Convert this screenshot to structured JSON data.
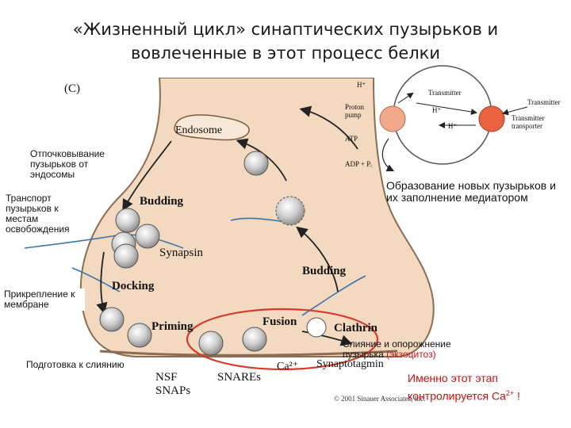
{
  "title": {
    "line1": "«Жизненный цикл» синаптических пузырьков и",
    "line2": "вовлеченные в этот процесс белки"
  },
  "figure": {
    "panel_letter": "(C)",
    "endosome": "Endosome",
    "budding_left": "Budding",
    "budding_right": "Budding",
    "synapsin": "Synapsin",
    "docking": "Docking",
    "priming": "Priming",
    "fusion": "Fusion",
    "clathrin": "Clathrin",
    "nsf": "NSF",
    "snaps": "SNAPs",
    "snares": "SNAREs",
    "ca": "Ca²⁺",
    "synaptotagmin": "Synaptotagmin",
    "copyright": "© 2001 Sinauer Associates, Inc."
  },
  "inset": {
    "h_top": "H⁺",
    "transmitter_top": "Transmitter",
    "h_mid": "H⁺",
    "h_low": "H⁺",
    "transmitter_right": "Transmitter",
    "transmitter_transporter_1": "Transmitter",
    "transmitter_transporter_2": "transporter",
    "proton_pump_1": "Proton",
    "proton_pump_2": "pump",
    "atp": "ATP",
    "adp": "ADP + Pᵢ"
  },
  "labels": {
    "endosome_budding": "Отпочковывание пузырьков от эндосомы",
    "transport": "Транспорт пузырьков к местам освобождения",
    "attachment": "Прикрепление к мембране",
    "priming": "Подготовка к слиянию",
    "new_vesicles": "Образование новых пузырьков и их заполнение медиатором",
    "fusion_main": "Слияние и опорожнение пузырька ",
    "fusion_paren": "(экзоцитоз)",
    "controlled_1": "Именно этот этап контролируется Ca",
    "controlled_sup": "2+",
    "controlled_end": " !"
  },
  "colors": {
    "terminal_fill": "#f3d9bf",
    "terminal_stroke": "#8a6d52",
    "vesicle": "#bdbdbd",
    "highlight_ellipse": "#d63a2a",
    "pump_fill": "#f2a98a",
    "transporter_fill": "#e8623f",
    "red_text": "#cc1010"
  }
}
